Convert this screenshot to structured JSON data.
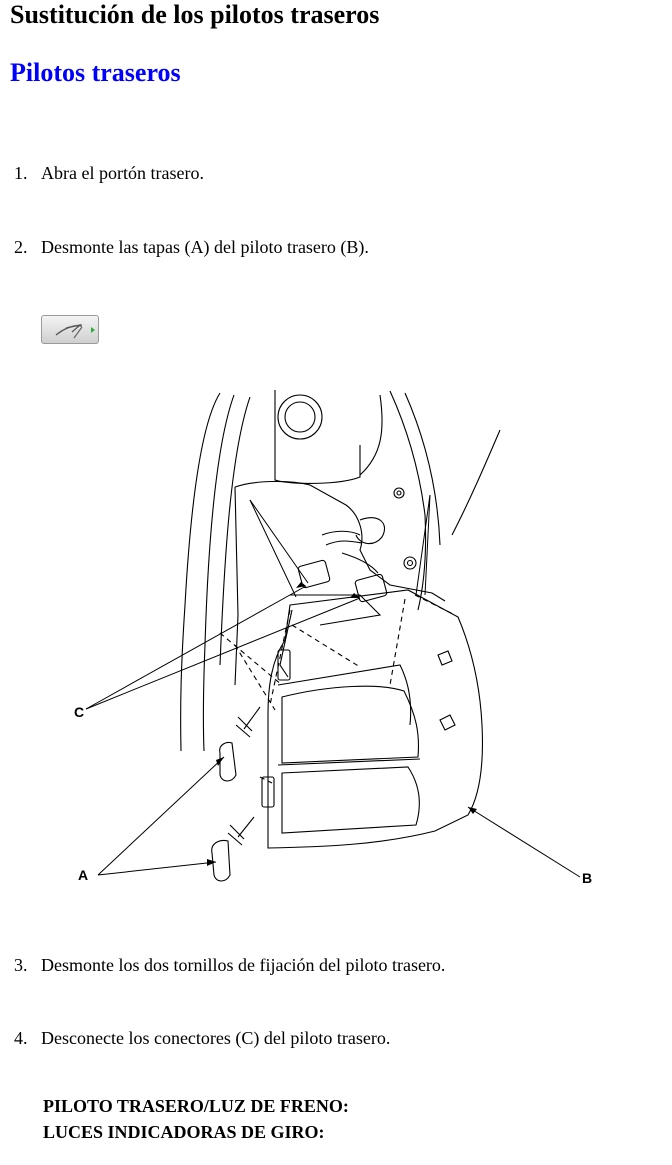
{
  "page": {
    "title": "Sustitución de los pilotos traseros",
    "subtitle": "Pilotos traseros"
  },
  "steps": [
    {
      "number": "1.",
      "text": "Abra el portón trasero."
    },
    {
      "number": "2.",
      "text": "Desmonte las tapas (A) del piloto trasero (B)."
    },
    {
      "number": "3.",
      "text": "Desmonte los dos tornillos de fijación del piloto trasero."
    },
    {
      "number": "4.",
      "text": "Desconecte los conectores (C) del piloto trasero."
    }
  ],
  "diagram": {
    "labels": {
      "a": "A",
      "b": "B",
      "c": "C"
    }
  },
  "notes": {
    "line1": "PILOTO TRASERO/LUZ DE FRENO:",
    "line2": "LUCES INDICADORAS DE GIRO:"
  },
  "icons": {
    "zoom_button": "image-zoom-icon"
  }
}
